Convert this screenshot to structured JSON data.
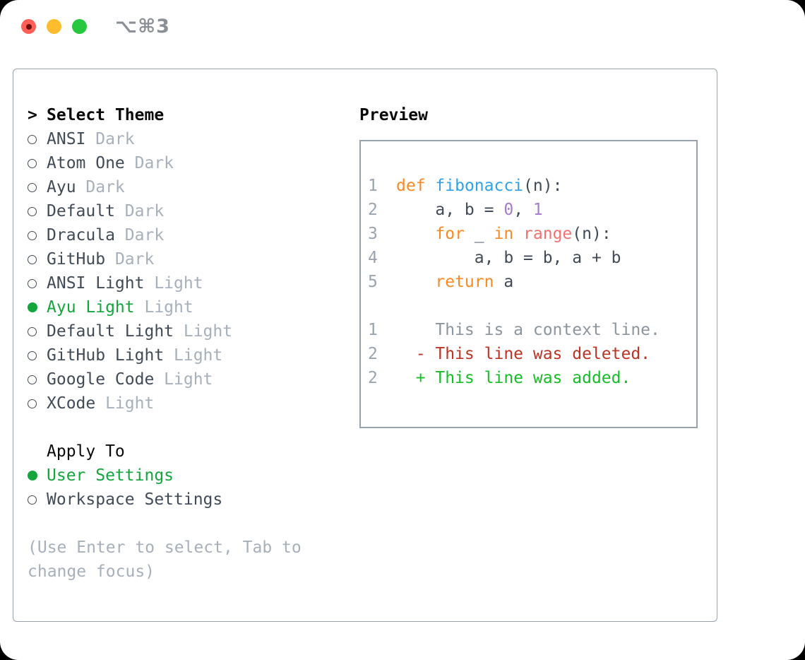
{
  "window": {
    "title": "⌥⌘3",
    "traffic_lights": [
      {
        "name": "close",
        "color": "#ff5f57"
      },
      {
        "name": "minimize",
        "color": "#febd2e"
      },
      {
        "name": "maximize",
        "color": "#27c83f"
      }
    ]
  },
  "theme_selector": {
    "header_marker": ">",
    "header": "Select Theme",
    "items": [
      {
        "name": "ANSI",
        "variant": "Dark",
        "selected": false
      },
      {
        "name": "Atom One",
        "variant": "Dark",
        "selected": false
      },
      {
        "name": "Ayu",
        "variant": "Dark",
        "selected": false
      },
      {
        "name": "Default",
        "variant": "Dark",
        "selected": false
      },
      {
        "name": "Dracula",
        "variant": "Dark",
        "selected": false
      },
      {
        "name": "GitHub",
        "variant": "Dark",
        "selected": false
      },
      {
        "name": "ANSI Light",
        "variant": "Light",
        "selected": false
      },
      {
        "name": "Ayu Light",
        "variant": "Light",
        "selected": true
      },
      {
        "name": "Default Light",
        "variant": "Light",
        "selected": false
      },
      {
        "name": "GitHub Light",
        "variant": "Light",
        "selected": false
      },
      {
        "name": "Google Code",
        "variant": "Light",
        "selected": false
      },
      {
        "name": "XCode",
        "variant": "Light",
        "selected": false
      }
    ],
    "apply_to": {
      "header": "Apply To",
      "options": [
        {
          "name": "User Settings",
          "selected": true
        },
        {
          "name": "Workspace Settings",
          "selected": false
        }
      ]
    },
    "hint": "(Use Enter to select, Tab to change focus)"
  },
  "preview": {
    "header": "Preview",
    "code_lines": [
      {
        "number": "1",
        "tokens": [
          [
            "keyword",
            "def"
          ],
          [
            "plain",
            " "
          ],
          [
            "function",
            "fibonacci"
          ],
          [
            "plain",
            "(n):"
          ]
        ]
      },
      {
        "number": "2",
        "tokens": [
          [
            "plain",
            "    a, b = "
          ],
          [
            "number",
            "0"
          ],
          [
            "plain",
            ", "
          ],
          [
            "number",
            "1"
          ]
        ]
      },
      {
        "number": "3",
        "tokens": [
          [
            "plain",
            "    "
          ],
          [
            "keyword",
            "for"
          ],
          [
            "plain",
            " _ "
          ],
          [
            "keyword",
            "in"
          ],
          [
            "plain",
            " "
          ],
          [
            "builtin",
            "range"
          ],
          [
            "plain",
            "(n):"
          ]
        ]
      },
      {
        "number": "4",
        "tokens": [
          [
            "plain",
            "        a, b = b, a + b"
          ]
        ]
      },
      {
        "number": "5",
        "tokens": [
          [
            "plain",
            "    "
          ],
          [
            "keyword",
            "return"
          ],
          [
            "plain",
            " a"
          ]
        ]
      }
    ],
    "diff_lines": [
      {
        "number": "1",
        "kind": "context",
        "text": "    This is a context line."
      },
      {
        "number": "2",
        "kind": "deleted",
        "text": "  - This line was deleted."
      },
      {
        "number": "2",
        "kind": "added",
        "text": "  + This line was added."
      }
    ]
  },
  "colors": {
    "selection_green": "#14a53c",
    "diff_added_green": "#17bd27",
    "diff_deleted_red": "#be3324",
    "syntax_keyword_orange": "#f88a25",
    "syntax_function_blue": "#2fa2e8",
    "syntax_number_purple": "#a77bcc",
    "syntax_builtin_coral": "#f5716e"
  }
}
